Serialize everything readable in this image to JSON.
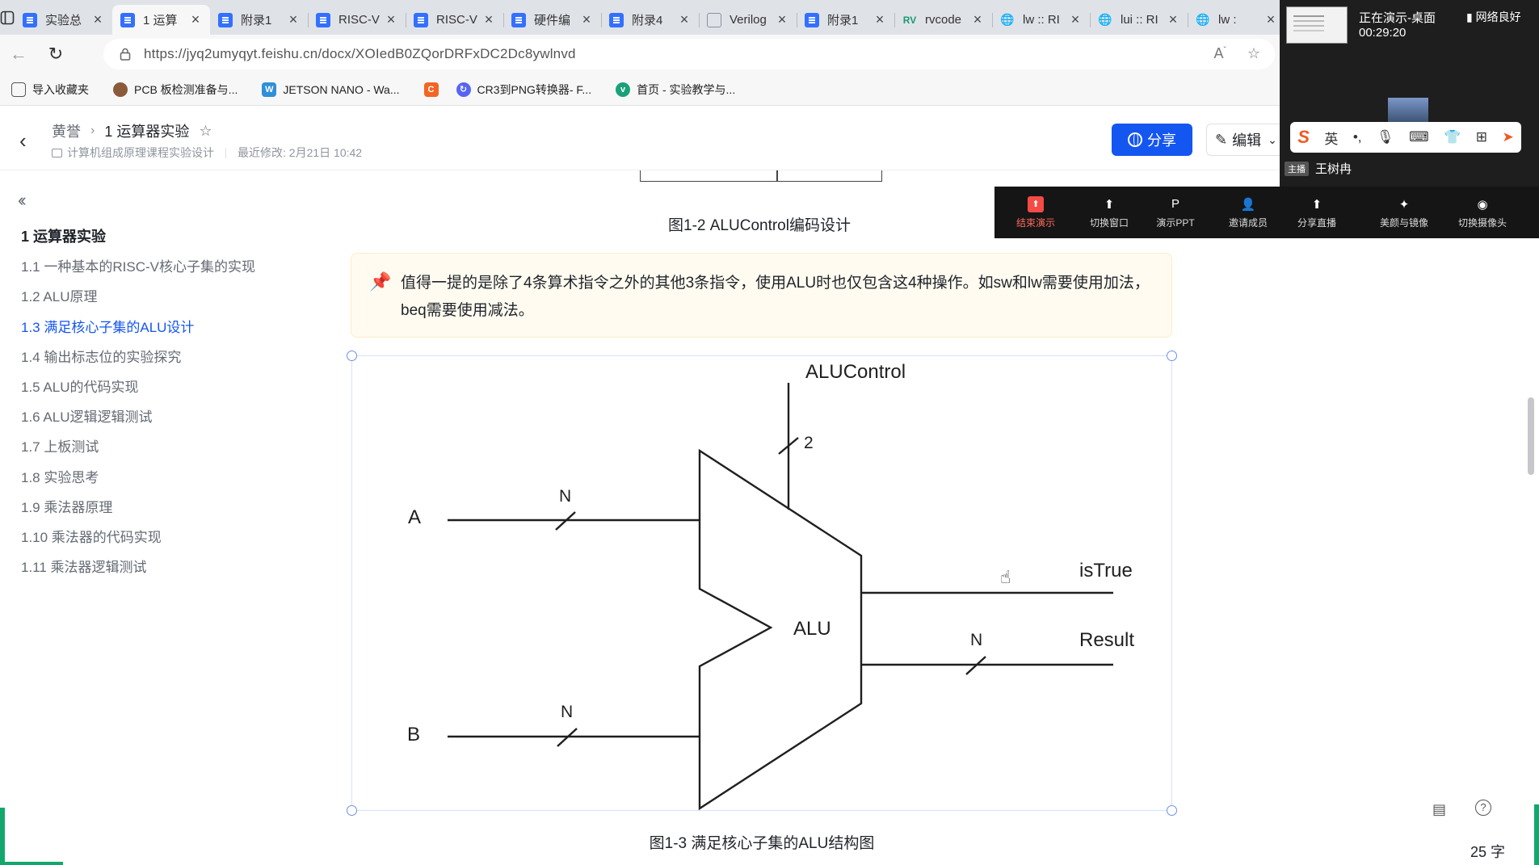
{
  "browser": {
    "tabs": [
      {
        "title": "实验总",
        "icon": "doc"
      },
      {
        "title": "1 运算",
        "icon": "doc",
        "active": true
      },
      {
        "title": "附录1",
        "icon": "doc"
      },
      {
        "title": "RISC-V",
        "icon": "doc"
      },
      {
        "title": "RISC-V",
        "icon": "doc"
      },
      {
        "title": "硬件编",
        "icon": "doc"
      },
      {
        "title": "附录4",
        "icon": "doc"
      },
      {
        "title": "Verilog",
        "icon": "web"
      },
      {
        "title": "附录1",
        "icon": "doc"
      },
      {
        "title": "rvcode",
        "icon": "rv"
      },
      {
        "title": "lw :: RI",
        "icon": "globe"
      },
      {
        "title": "lui :: RI",
        "icon": "globe"
      },
      {
        "title": "lw :",
        "icon": "globe"
      }
    ],
    "url": "https://jyq2umyqyt.feishu.cn/docx/XOIedB0ZQorDRFxDC2Dc8ywlnvd",
    "bookmarks": [
      {
        "label": "导入收藏夹",
        "icon": "import-icon",
        "color": "#555555"
      },
      {
        "label": "PCB 板检测准备与...",
        "icon": "avatar-icon",
        "color": "#8a5a3a"
      },
      {
        "label": "JETSON NANO - Wa...",
        "icon": "waveshare-icon",
        "color": "#2f8fd8"
      },
      {
        "label": "",
        "icon": "c-icon",
        "color": "#f26522"
      },
      {
        "label": "CR3到PNG转换器- F...",
        "icon": "convert-icon",
        "color": "#5865f2"
      },
      {
        "label": "首页 - 实验教学与...",
        "icon": "v-icon",
        "color": "#1aa179"
      }
    ]
  },
  "doc": {
    "author": "黄誉",
    "title": "1 运算器实验",
    "folder": "计算机组成原理课程实验设计",
    "last_modified": "最近修改: 2月21日 10:42",
    "share_label": "分享",
    "edit_label": "编辑"
  },
  "outline": [
    {
      "label": "1 运算器实验",
      "level": 1
    },
    {
      "label": "1.1 一种基本的RISC-V核心子集的实现",
      "level": 2
    },
    {
      "label": "1.2 ALU原理",
      "level": 2
    },
    {
      "label": "1.3 满足核心子集的ALU设计",
      "level": 2,
      "active": true
    },
    {
      "label": "1.4 输出标志位的实验探究",
      "level": 2
    },
    {
      "label": "1.5 ALU的代码实现",
      "level": 2
    },
    {
      "label": "1.6 ALU逻辑逻辑测试",
      "level": 2
    },
    {
      "label": "1.7 上板测试",
      "level": 2
    },
    {
      "label": "1.8 实验思考",
      "level": 2
    },
    {
      "label": "1.9 乘法器原理",
      "level": 2
    },
    {
      "label": "1.10 乘法器的代码实现",
      "level": 2
    },
    {
      "label": "1.11 乘法器逻辑测试",
      "level": 2
    }
  ],
  "content": {
    "caption_fig12": "图1-2 ALUControl编码设计",
    "callout": "值得一提的是除了4条算术指令之外的其他3条指令，使用ALU时也仅包含这4种操作。如sw和lw需要使用加法，beq需要使用减法。",
    "diagram": {
      "control_label": "ALUControl",
      "control_width": "2",
      "input_a": "A",
      "input_a_width": "N",
      "input_b": "B",
      "input_b_width": "N",
      "unit_label": "ALU",
      "out_flag": "isTrue",
      "out_result": "Result",
      "out_result_width": "N"
    },
    "caption_fig13": "图1-3 满足核心子集的ALU结构图",
    "word_count": "25 字"
  },
  "meeting": {
    "status": "正在演示-桌面",
    "elapsed": "00:29:20",
    "network": "网络良好",
    "host_badge": "主播",
    "host_name": "王树冉",
    "ime": [
      "英"
    ],
    "toolbar": [
      {
        "label": "结束演示",
        "icon": "stop-present-icon",
        "danger": true
      },
      {
        "label": "切换窗口",
        "icon": "switch-window-icon"
      },
      {
        "label": "演示PPT",
        "icon": "ppt-icon"
      },
      {
        "label": "邀请成员",
        "icon": "invite-icon"
      },
      {
        "label": "分享直播",
        "icon": "live-share-icon"
      },
      {
        "label": "美颜与镜像",
        "icon": "beauty-icon"
      },
      {
        "label": "切换摄像头",
        "icon": "camera-switch-icon"
      }
    ]
  },
  "colors": {
    "accent": "#1456f0",
    "callout_bg": "#fffbf0",
    "meeting_bg": "#1e1e1e",
    "danger": "#f54a45"
  }
}
